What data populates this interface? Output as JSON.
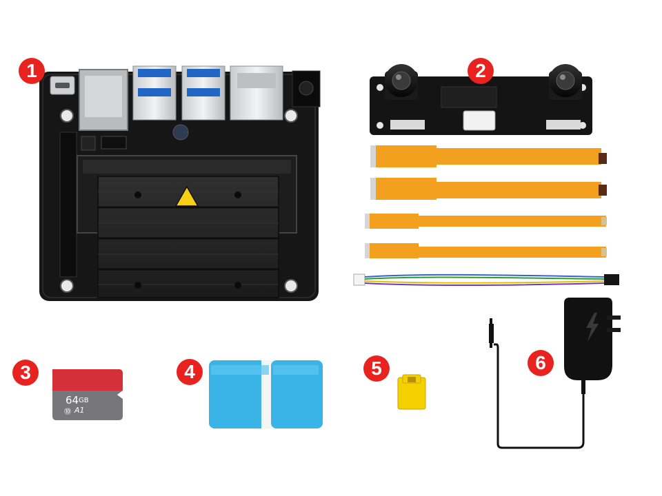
{
  "badges": [
    {
      "number": "1",
      "item": "developer-kit-board"
    },
    {
      "number": "2",
      "item": "stereo-camera-module"
    },
    {
      "number": "3",
      "item": "microsd-card"
    },
    {
      "number": "4",
      "item": "card-reader"
    },
    {
      "number": "5",
      "item": "jumper-cap"
    },
    {
      "number": "6",
      "item": "power-adapter"
    }
  ],
  "microsd": {
    "capacity": "64",
    "unit": "GB",
    "rating": "A1"
  },
  "colors": {
    "badge": "#e8231f",
    "pcb": "#161616",
    "heatsink": "#262626",
    "ribbon_cable": "#f3a01e",
    "sd_top": "#d5303a",
    "sd_bottom": "#77767a",
    "reader": "#3ab4e6",
    "jumper": "#f4d000",
    "adapter": "#111111"
  }
}
